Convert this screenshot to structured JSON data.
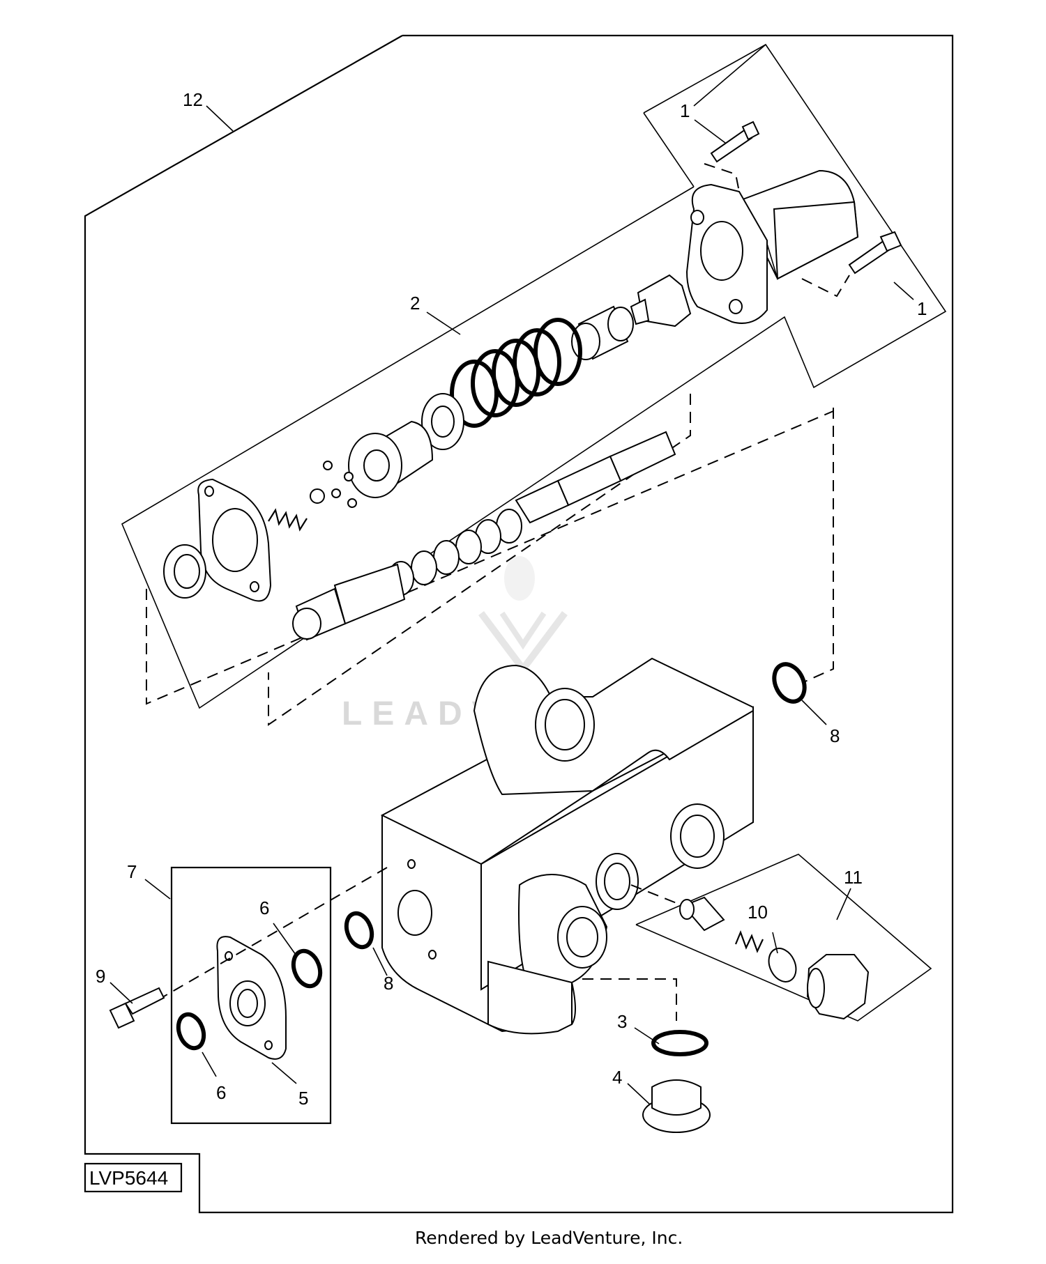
{
  "figure_id": "LVP5644",
  "watermark": "LEADVENTURE",
  "footer": "Rendered by LeadVenture, Inc.",
  "callouts": {
    "c12": "12",
    "c1a": "1",
    "c1b": "1",
    "c2": "2",
    "c8a": "8",
    "c7": "7",
    "c6a": "6",
    "c6b": "6",
    "c5": "5",
    "c9": "9",
    "c8b": "8",
    "c11": "11",
    "c10": "10",
    "c3": "3",
    "c4": "4"
  }
}
